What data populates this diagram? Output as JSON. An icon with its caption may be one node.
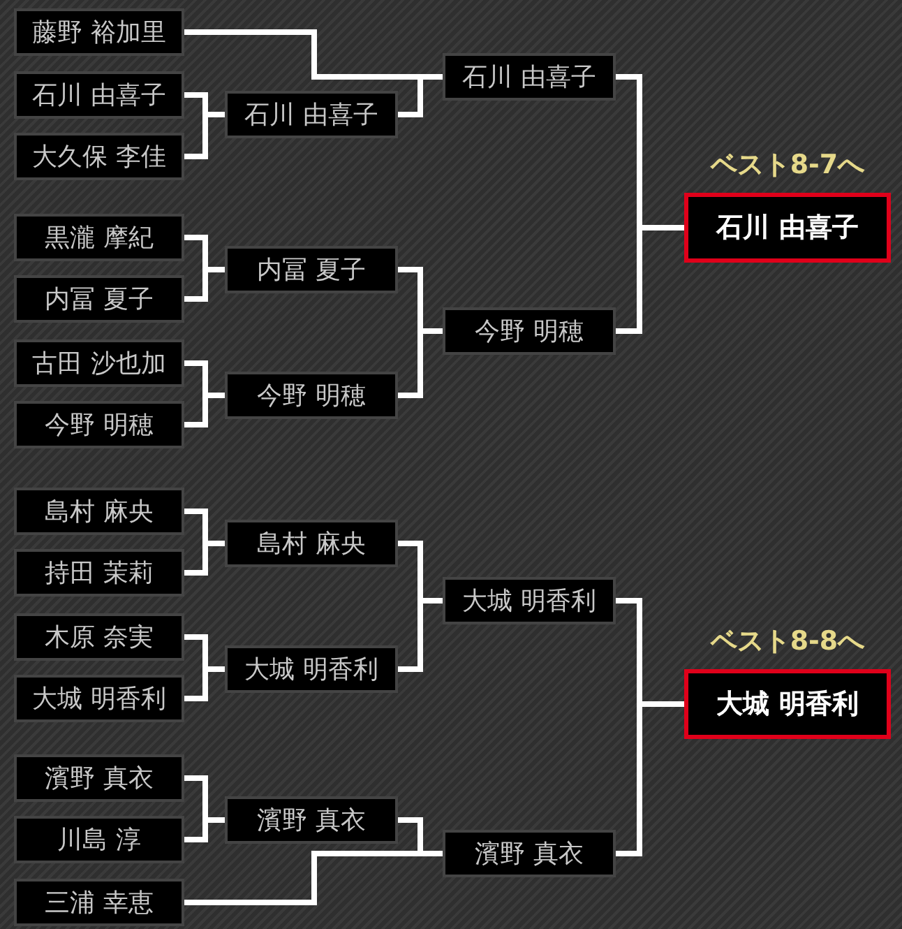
{
  "diagram": {
    "nodes": [
      {
        "text": [
          "藤野 裕加里"
        ]
      },
      {
        "text": [
          "石川 由喜子"
        ]
      },
      {
        "text": [
          "大久保 李佳"
        ]
      },
      {
        "text": [
          "黒瀧 摩紀"
        ]
      },
      {
        "text": [
          "内冨 夏子"
        ]
      },
      {
        "text": [
          "古田 沙也加"
        ]
      },
      {
        "text": [
          "今野 明穂"
        ]
      },
      {
        "text": [
          "島村 麻央"
        ]
      },
      {
        "text": [
          "持田 茉莉"
        ]
      },
      {
        "text": [
          "木原 奈実"
        ]
      },
      {
        "text": [
          "大城 明香利"
        ]
      },
      {
        "text": [
          "濱野 真衣"
        ]
      },
      {
        "text": [
          "川島 淳"
        ]
      },
      {
        "text": [
          "三浦 幸恵"
        ]
      },
      {
        "text": [
          "石川 由喜子"
        ]
      },
      {
        "text": [
          "内冨 夏子"
        ]
      },
      {
        "text": [
          "今野 明穂"
        ]
      },
      {
        "text": [
          "島村 麻央"
        ]
      },
      {
        "text": [
          "大城 明香利"
        ]
      },
      {
        "text": [
          "濱野 真衣"
        ]
      },
      {
        "text": [
          "石川 由喜子"
        ]
      },
      {
        "text": [
          "今野 明穂"
        ]
      },
      {
        "text": [
          "大城 明香利"
        ]
      },
      {
        "text": [
          "濱野 真衣"
        ]
      },
      {
        "text": [
          "石川 由喜子"
        ],
        "beside": [
          "ベスト8-7へ"
        ]
      },
      {
        "text": [
          "大城 明香利"
        ],
        "beside": [
          "ベスト8-8へ"
        ]
      }
    ],
    "edges": [
      {
        "from": 1,
        "to": 14,
        "arrow": "none"
      },
      {
        "from": 2,
        "to": 14,
        "arrow": "none"
      },
      {
        "from": 0,
        "to": 20,
        "arrow": "none"
      },
      {
        "from": 14,
        "to": 20,
        "arrow": "none"
      },
      {
        "from": 3,
        "to": 15,
        "arrow": "none"
      },
      {
        "from": 4,
        "to": 15,
        "arrow": "none"
      },
      {
        "from": 5,
        "to": 16,
        "arrow": "none"
      },
      {
        "from": 6,
        "to": 16,
        "arrow": "none"
      },
      {
        "from": 15,
        "to": 21,
        "arrow": "none"
      },
      {
        "from": 16,
        "to": 21,
        "arrow": "none"
      },
      {
        "from": 20,
        "to": 24,
        "arrow": "none"
      },
      {
        "from": 21,
        "to": 24,
        "arrow": "none"
      },
      {
        "from": 7,
        "to": 17,
        "arrow": "none"
      },
      {
        "from": 8,
        "to": 17,
        "arrow": "none"
      },
      {
        "from": 9,
        "to": 18,
        "arrow": "none"
      },
      {
        "from": 10,
        "to": 18,
        "arrow": "none"
      },
      {
        "from": 17,
        "to": 22,
        "arrow": "none"
      },
      {
        "from": 18,
        "to": 22,
        "arrow": "none"
      },
      {
        "from": 11,
        "to": 19,
        "arrow": "none"
      },
      {
        "from": 12,
        "to": 19,
        "arrow": "none"
      },
      {
        "from": 13,
        "to": 23,
        "arrow": "none"
      },
      {
        "from": 19,
        "to": 23,
        "arrow": "none"
      },
      {
        "from": 22,
        "to": 25,
        "arrow": "none"
      },
      {
        "from": 23,
        "to": 25,
        "arrow": "none"
      }
    ]
  }
}
